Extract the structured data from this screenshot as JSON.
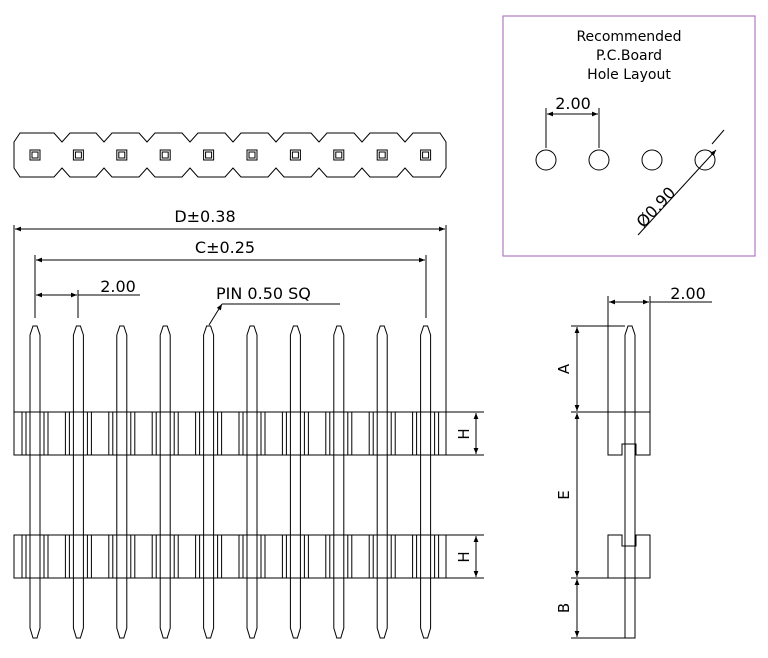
{
  "pcb_box": {
    "line1": "Recommended",
    "line2": "P.C.Board",
    "line3": "Hole  Layout",
    "pitch": "2.00",
    "hole_dia": "Ø0.90",
    "hole_count": 4
  },
  "front_view": {
    "pin_count": 10,
    "dim_D": "D±0.38",
    "dim_C": "C±0.25",
    "dim_pitch": "2.00",
    "pin_note": "PIN  0.50  SQ",
    "dim_H_upper": "H",
    "dim_H_lower": "H"
  },
  "side_view": {
    "dim_pitch": "2.00",
    "dim_A": "A",
    "dim_E": "E",
    "dim_B": "B"
  },
  "colors": {
    "line": "#000000",
    "frame": "#b07cc0"
  }
}
